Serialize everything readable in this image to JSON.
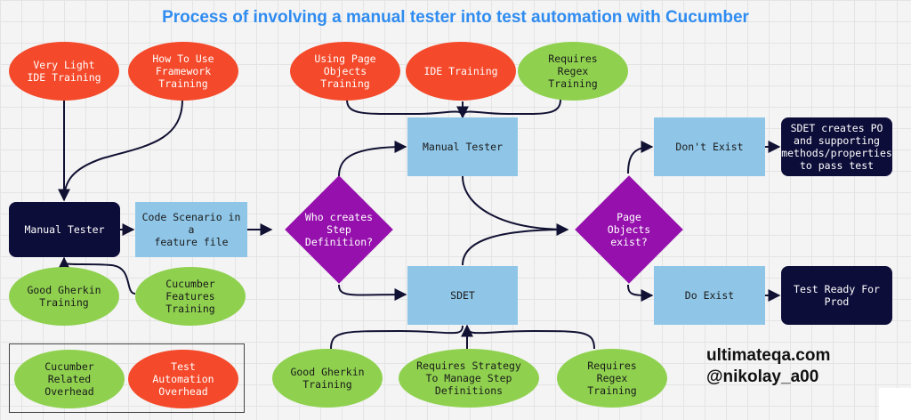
{
  "title": "Process of involving a manual tester into test automation with Cucumber",
  "nodes": {
    "very_light_ide": "Very Light\nIDE Training",
    "framework_training": "How To Use\nFramework\nTraining",
    "manual_tester_left": "Manual Tester",
    "good_gherkin_left": "Good Gherkin\nTraining",
    "cucumber_features": "Cucumber\nFeatures\nTraining",
    "code_scenario": "Code Scenario in a\nfeature file",
    "who_creates": "Who creates\nStep\nDefinition?",
    "page_objects_training": "Using Page\nObjects\nTraining",
    "ide_training": "IDE Training",
    "regex_top": "Requires\nRegex\nTraining",
    "manual_tester_mid": "Manual Tester",
    "sdet": "SDET",
    "good_gherkin_bottom": "Good Gherkin\nTraining",
    "strategy": "Requires Strategy\nTo Manage Step\nDefinitions",
    "regex_bottom": "Requires\nRegex\nTraining",
    "page_objects_exist": "Page\nObjects\nexist?",
    "dont_exist": "Don't Exist",
    "do_exist": "Do Exist",
    "sdet_creates": "SDET creates PO\nand supporting\nmethods/properties\nto pass test",
    "test_ready": "Test Ready For\nProd"
  },
  "legend": {
    "cucumber_overhead": "Cucumber\nRelated\nOverhead",
    "automation_overhead": "Test\nAutomation\nOverhead"
  },
  "credits": {
    "site": "ultimateqa.com",
    "handle": "@nikolay_a00"
  },
  "colors": {
    "title": "#2f8cf0",
    "red": "#f4492a",
    "green": "#8fd14f",
    "blue": "#8fc6e8",
    "dark": "#0d0d3a",
    "purple": "#9510ac"
  }
}
